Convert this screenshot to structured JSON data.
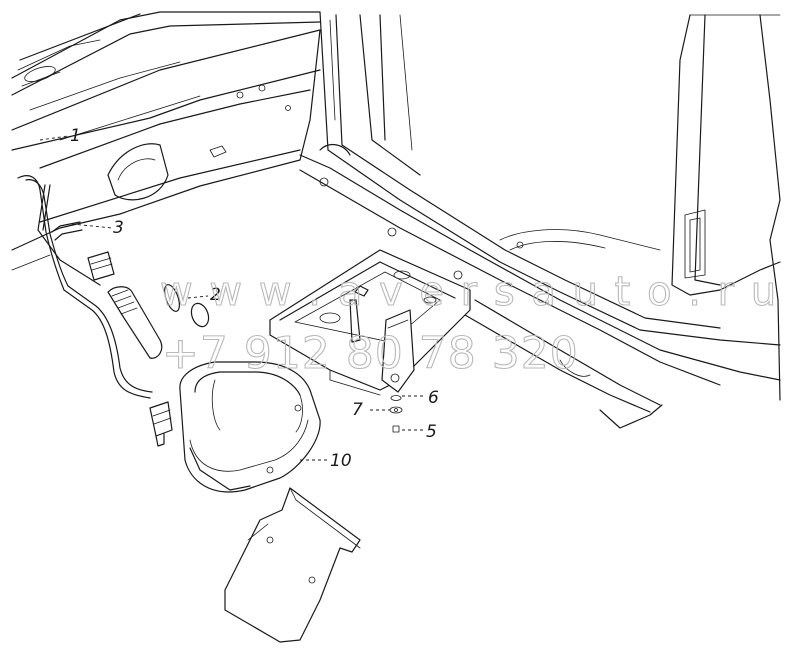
{
  "diagram": {
    "callouts": [
      {
        "id": "1",
        "label": "1"
      },
      {
        "id": "2",
        "label": "2"
      },
      {
        "id": "3",
        "label": "3"
      },
      {
        "id": "5",
        "label": "5"
      },
      {
        "id": "6",
        "label": "6"
      },
      {
        "id": "7",
        "label": "7"
      },
      {
        "id": "10",
        "label": "10"
      }
    ],
    "watermark": {
      "line1": "w w w . a v e r s a u t o . r u",
      "line2": "+7 912 80 78 320"
    }
  }
}
